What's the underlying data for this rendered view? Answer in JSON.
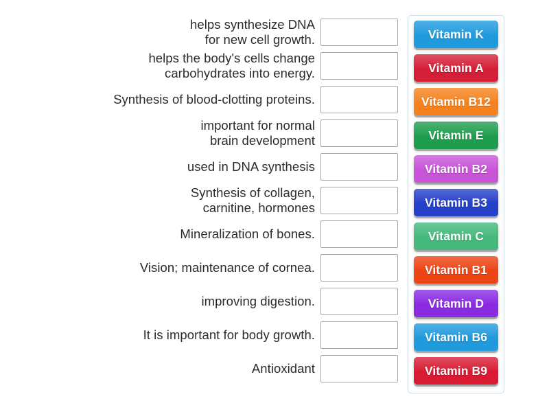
{
  "activity": {
    "type": "match-up",
    "prompt_column_align": "right"
  },
  "pairs": [
    {
      "prompt": "helps synthesize DNA\nfor new cell growth.",
      "answer": ""
    },
    {
      "prompt": "helps the body's cells change\ncarbohydrates into energy.",
      "answer": ""
    },
    {
      "prompt": "Synthesis of blood-clotting proteins.",
      "answer": ""
    },
    {
      "prompt": "important for normal\nbrain development",
      "answer": ""
    },
    {
      "prompt": "used in DNA synthesis",
      "answer": ""
    },
    {
      "prompt": "Synthesis of collagen,\ncarnitine, hormones",
      "answer": ""
    },
    {
      "prompt": "Mineralization of bones.",
      "answer": ""
    },
    {
      "prompt": "Vision; maintenance of cornea.",
      "answer": ""
    },
    {
      "prompt": "improving digestion.",
      "answer": ""
    },
    {
      "prompt": "It is important for body growth.",
      "answer": ""
    },
    {
      "prompt": "Antioxidant",
      "answer": ""
    }
  ],
  "tiles": [
    {
      "label": "Vitamin K",
      "color": "#1f9bdd"
    },
    {
      "label": "Vitamin A",
      "color": "#d41f37"
    },
    {
      "label": "Vitamin B12",
      "color": "#f5821f"
    },
    {
      "label": "Vitamin E",
      "color": "#1f9d4e"
    },
    {
      "label": "Vitamin B2",
      "color": "#c855d8"
    },
    {
      "label": "Vitamin B3",
      "color": "#2540c9"
    },
    {
      "label": "Vitamin C",
      "color": "#45b97c"
    },
    {
      "label": "Vitamin B1",
      "color": "#ec4415"
    },
    {
      "label": "Vitamin D",
      "color": "#8a2be2"
    },
    {
      "label": "Vitamin B6",
      "color": "#1f9bdd"
    },
    {
      "label": "Vitamin B9",
      "color": "#d81b32"
    }
  ],
  "theme": {
    "background": "#ffffff",
    "dropzone_border": "#a6a6a6",
    "tray_border": "#cfdce6",
    "prompt_text": "#2b2b2b",
    "tile_text": "#ffffff"
  }
}
